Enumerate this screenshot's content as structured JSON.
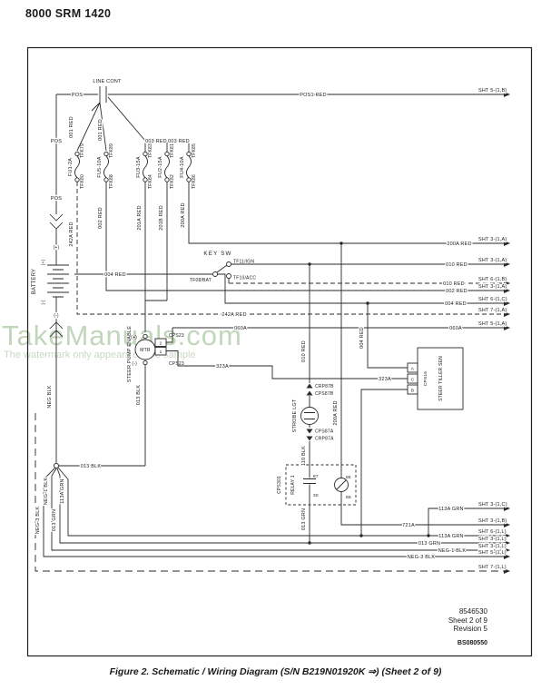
{
  "header": {
    "title": "8000 SRM 1420"
  },
  "watermark": {
    "brand": "TakeManuals.com",
    "note": "The watermark only appears on the sample"
  },
  "title_block": {
    "doc_number": "8546530",
    "sheet": "Sheet 2 of 9",
    "revision": "Revision 5",
    "stamp": "BS080550"
  },
  "caption": "Figure 2. Schematic / Wiring Diagram (S/N B219N01920K ⇒) (Sheet 2 of 9)",
  "components": {
    "line_contactor": "LINE CONT",
    "battery": "BATTERY",
    "battery_pos_cable": "(+)",
    "battery_pos_term": "[+]",
    "battery_neg_term": "[-]",
    "battery_neg_cable": "(-)",
    "key_switch": "KEY SW",
    "key_ign_term": "TF11/IGN",
    "key_acc_term": "TF10/ACC",
    "key_bat_term": "TF08/BAT",
    "motor": "MTR",
    "motor_function": "STEER PUMP ENABLE",
    "motor_pos": "(+)",
    "motor_neg": "(-)",
    "motor_conn_top": "CPS23",
    "motor_conn_bottom": "CPS23",
    "motor_pin2": "2",
    "motor_pin1": "1",
    "strobe": "STROBE LGT",
    "strobe_conn_b1": "CRP87B",
    "strobe_conn_b2": "CPS87B",
    "strobe_conn_a1": "CPS87A",
    "strobe_conn_a2": "CRP87A",
    "relay": "RELAY 1",
    "relay_conn": "CPS301",
    "relay_t87": "87",
    "relay_t30": "30",
    "relay_t86": "86",
    "relay_t85": "85",
    "tiller_sensor": "STEER TILLER SEN",
    "tiller_conn": "CPS16",
    "tiller_pin_a": "A",
    "tiller_pin_c": "C",
    "tiller_pin_b": "B"
  },
  "fuses": [
    {
      "name": "FU1-2A",
      "term_top": "TFK79",
      "term_bottom": "TFK80"
    },
    {
      "name": "FU5-10A",
      "term_top": "TFK89",
      "term_bottom": "TFK88"
    },
    {
      "name": "FU3-15A",
      "term_top": "TFK83",
      "term_bottom": "TFK84"
    },
    {
      "name": "FU2-15A",
      "term_top": "TFK81",
      "term_bottom": "TFK82"
    },
    {
      "name": "FU4-10A",
      "term_top": "TFK85",
      "term_bottom": "TFK86"
    }
  ],
  "wires": {
    "pos_a": "POS",
    "pos_b": "POS",
    "pos_c": "POS",
    "pos1_red": "POS1 RED",
    "w001_a": "001 RED",
    "w001_b": "001 RED",
    "w003_a": "003 RED",
    "w003_b": "003 RED",
    "w242a_v": "242A RED",
    "w242a_h": "242A RED",
    "w002_v": "002 RED",
    "w002_h": "002 RED",
    "w201a": "201A RED",
    "w201b": "201B RED",
    "w200a_v": "200A RED",
    "w200a_h": "200A RED",
    "w200a_drop": "200A RED",
    "w010_ign": "010 RED",
    "w010_acc": "010 RED",
    "w010_strobe": "010 RED",
    "w004_feed": "004 RED",
    "w004_out": "004 RED",
    "w004_drop": "004 RED",
    "w060a_mid": "060A",
    "w060a_out": "060A",
    "w323a_mid": "323A",
    "w323a_end": "323A",
    "w110_blk": "110 BLK",
    "w721a": "721A",
    "w013blk_v": "013 BLK",
    "w013blk_h": "013 BLK",
    "w013grn_v": "013 GRN",
    "w013grn_bus": "013 GRN",
    "w113a_branch": "113A GRN",
    "w113a_bus": "113A GRN",
    "wneg1_bus": "NEG-1 BLK",
    "wneg3_bus": "NEG-3 BLK",
    "neg_blk": "NEG BLK",
    "fan_neg3": "NEG-3 BLK",
    "fan_neg1": "NEG-1 BLK",
    "fan_013grn": "013 GRN",
    "fan_113a": "113A GRN"
  },
  "sheet_refs": {
    "r1": "SHT 5-(1,B)",
    "r2": "SHT 3-(1,A)",
    "r3": "SHT 3-(1,A)",
    "r4": "SHT 6-(1,B)",
    "r5": "SHT 3-(1,A)",
    "r6": "SHT 6-(1,C)",
    "r7": "SHT 7-(1,A)",
    "r8": "SHT 5-(1,A)",
    "r9": "SHT 3-(1,C)",
    "r10": "SHT 3-(1,B)",
    "r11": "SHT 6-(1,L)",
    "r12": "SHT 3-(1,L)",
    "r13": "SHT 3-(1,L)",
    "r14": "SHT 5-(1,L)",
    "r15": "SHT 7-(1,L)"
  },
  "colors": {
    "line": "#2a2a2a",
    "watermark": "#b7cfae",
    "watermark2": "#c9d9c4"
  }
}
